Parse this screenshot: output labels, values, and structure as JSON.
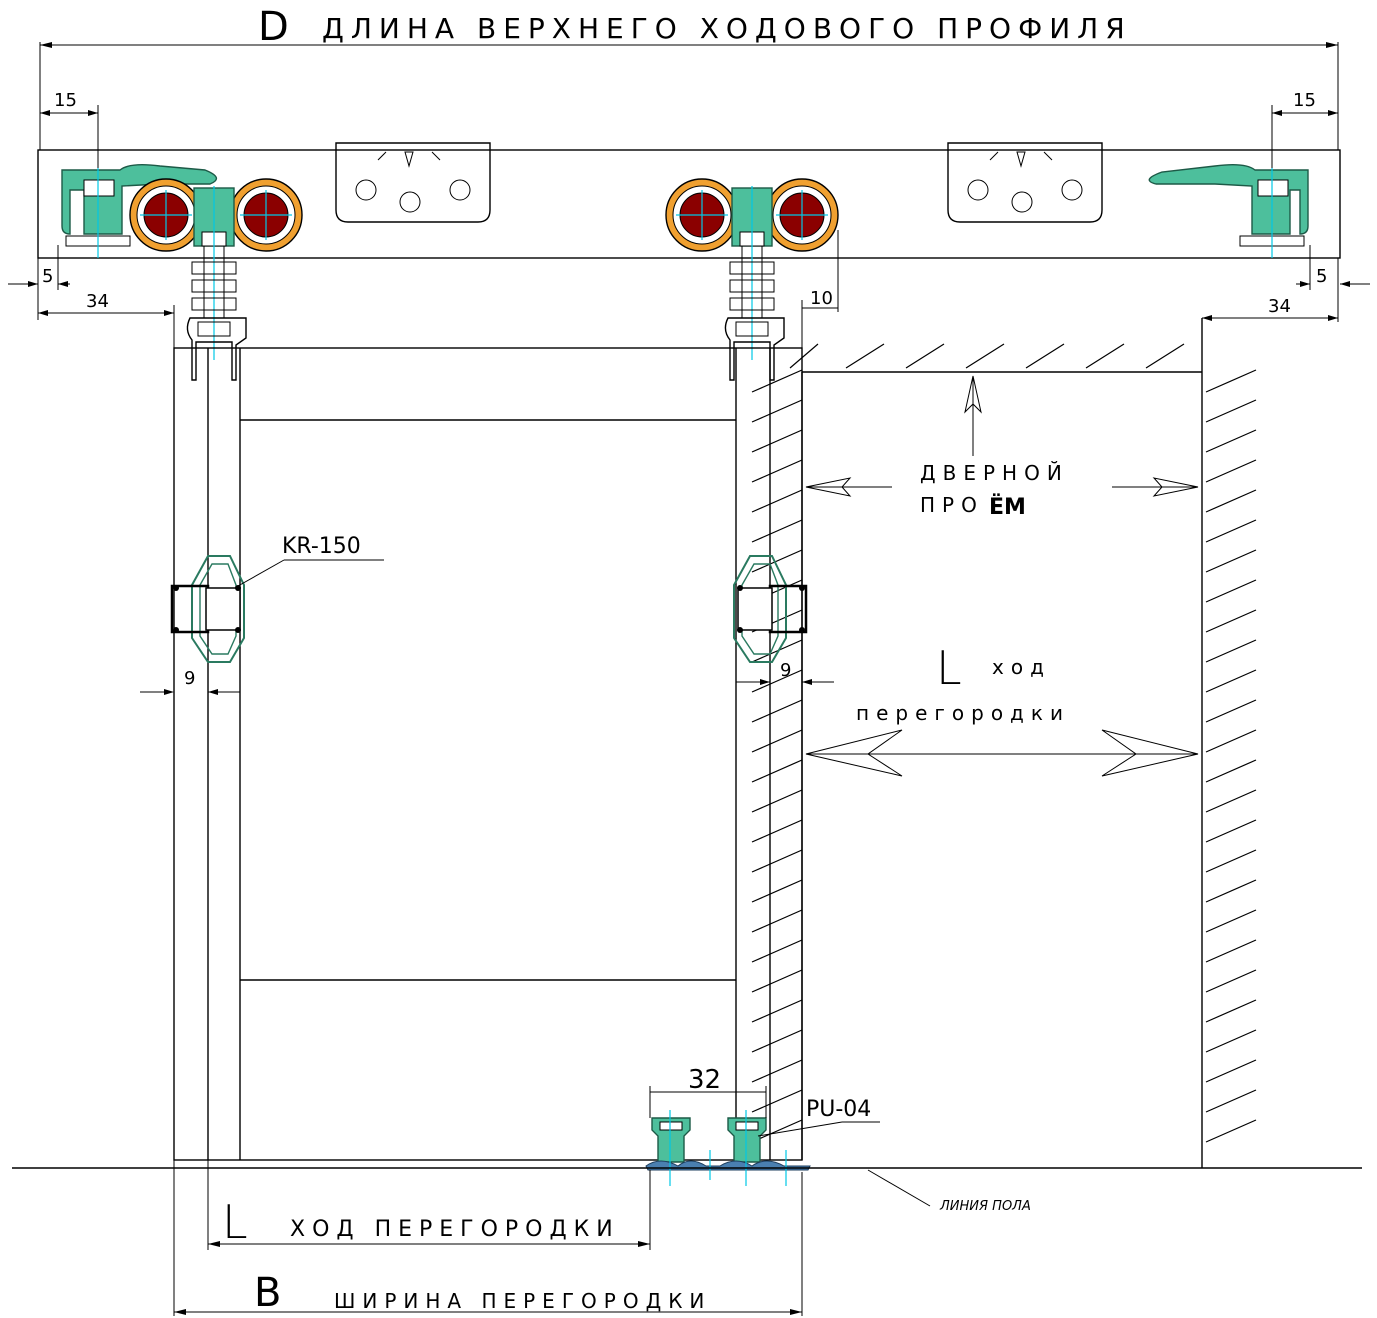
{
  "colors": {
    "profile_green": "#4dbf9c",
    "wheel_orange": "#f0a030",
    "wheel_core": "#8b0000",
    "axis_cyan": "#00c8e6",
    "frame_green": "#2a7a60"
  },
  "title": {
    "letter": "D",
    "text": "ДЛИНА ВЕРХНЕГО ХОДОВОГО ПРОФИЛЯ"
  },
  "dims": {
    "d15_left": "15",
    "d15_right": "15",
    "d5_left": "5",
    "d5_right": "5",
    "d34_left": "34",
    "d34_right": "34",
    "d10": "10",
    "d9_left": "9",
    "d9_right": "9",
    "d32": "32"
  },
  "labels": {
    "kr": "KR-150",
    "pu": "PU-04",
    "opening_1": "ДВЕРНОЙ",
    "opening_2a": "ПРО",
    "opening_2b": "ЁМ",
    "travel_letter": "L",
    "travel_1": "ход",
    "travel_2": "перегородки",
    "floor": "ЛИНИЯ ПОЛА",
    "bottom_travel_letter": "L",
    "bottom_travel": "ХОД ПЕРЕГОРОДКИ",
    "width_letter": "B",
    "width_text": "ШИРИНА ПЕРЕГОРОДКИ"
  }
}
